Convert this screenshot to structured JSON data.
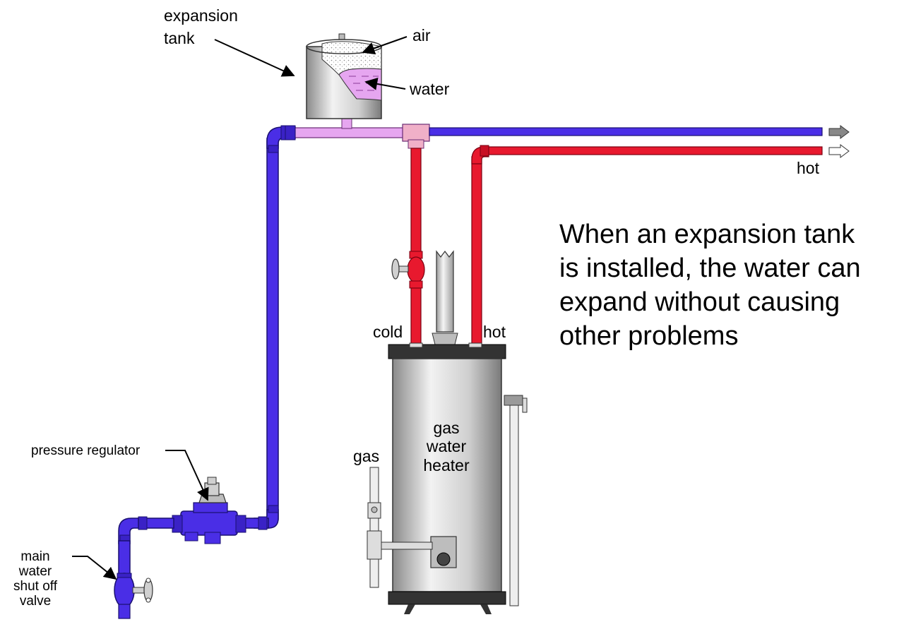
{
  "labels": {
    "expansion_tank_line1": "expansion",
    "expansion_tank_line2": "tank",
    "air": "air",
    "water": "water",
    "hot_outlet": "hot",
    "cold": "cold",
    "hot": "hot",
    "gas_water_heater_line1": "gas",
    "gas_water_heater_line2": "water",
    "gas_water_heater_line3": "heater",
    "gas": "gas",
    "pressure_regulator": "pressure regulator",
    "main_valve_line1": "main",
    "main_valve_line2": "water",
    "main_valve_line3": "shut off",
    "main_valve_line4": "valve"
  },
  "caption": {
    "line1": "When an expansion tank",
    "line2": "is installed, the water can",
    "line3": "expand without causing",
    "line4": "other problems"
  },
  "colors": {
    "cold_pipe": "#4a2ee6",
    "hot_pipe": "#e8192e",
    "tank_water": "#e6a6f0",
    "tank_body": "#c8c8c8",
    "heater_body": "#bdbdbd"
  }
}
